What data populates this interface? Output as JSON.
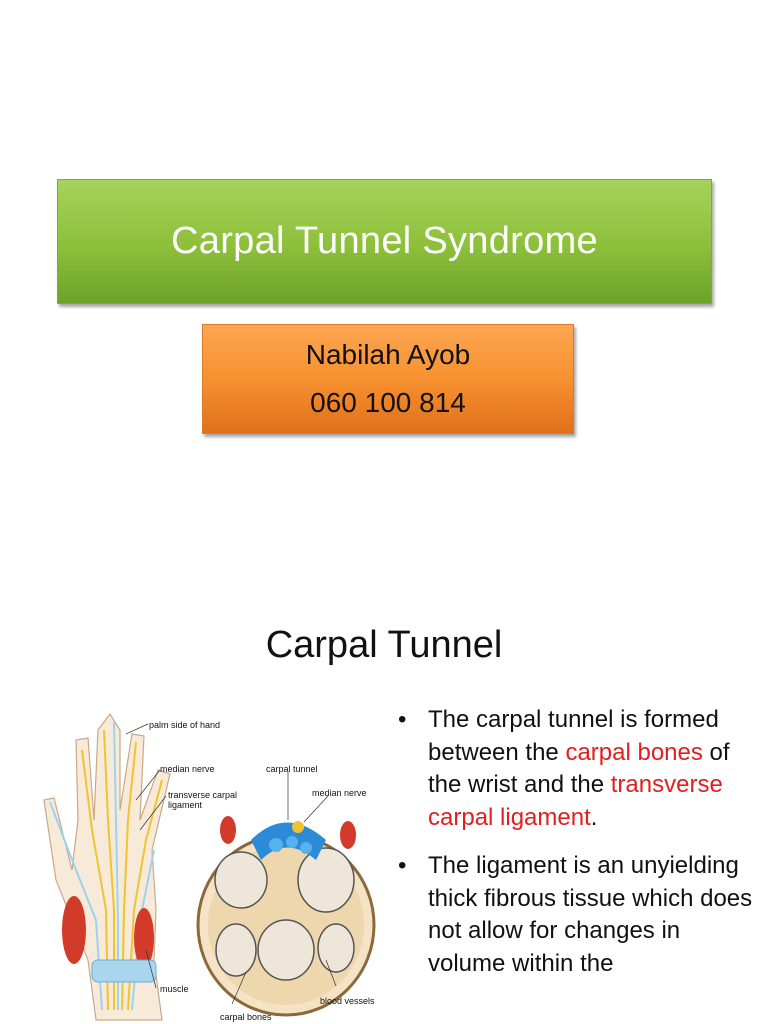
{
  "slide1": {
    "title": "Carpal Tunnel Syndrome",
    "author": "Nabilah Ayob",
    "student_id": "060 100 814",
    "colors": {
      "title_box": "#8cbf3a",
      "subtitle_box": "#f79130"
    }
  },
  "slide2": {
    "title": "Carpal Tunnel",
    "diagram_labels": {
      "palm": "palm side of hand",
      "median_nerve": "median nerve",
      "carpal_tunnel": "carpal tunnel",
      "median_nerve_2": "median nerve",
      "transverse_1": "transverse carpal",
      "transverse_2": "ligament",
      "muscle": "muscle",
      "carpal_bones": "carpal bones",
      "blood_vessels": "blood vessels"
    },
    "bullet1": {
      "t1": "The carpal tunnel is formed between the ",
      "t2": "carpal bones",
      "t3": " of the wrist and the ",
      "t4": "transverse carpal ligament",
      "t5": "."
    },
    "bullet2": {
      "t1": " The ligament  is an unyielding thick fibrous tissue which does not allow for changes in volume within the"
    },
    "colors": {
      "highlight": "#e02020"
    }
  }
}
